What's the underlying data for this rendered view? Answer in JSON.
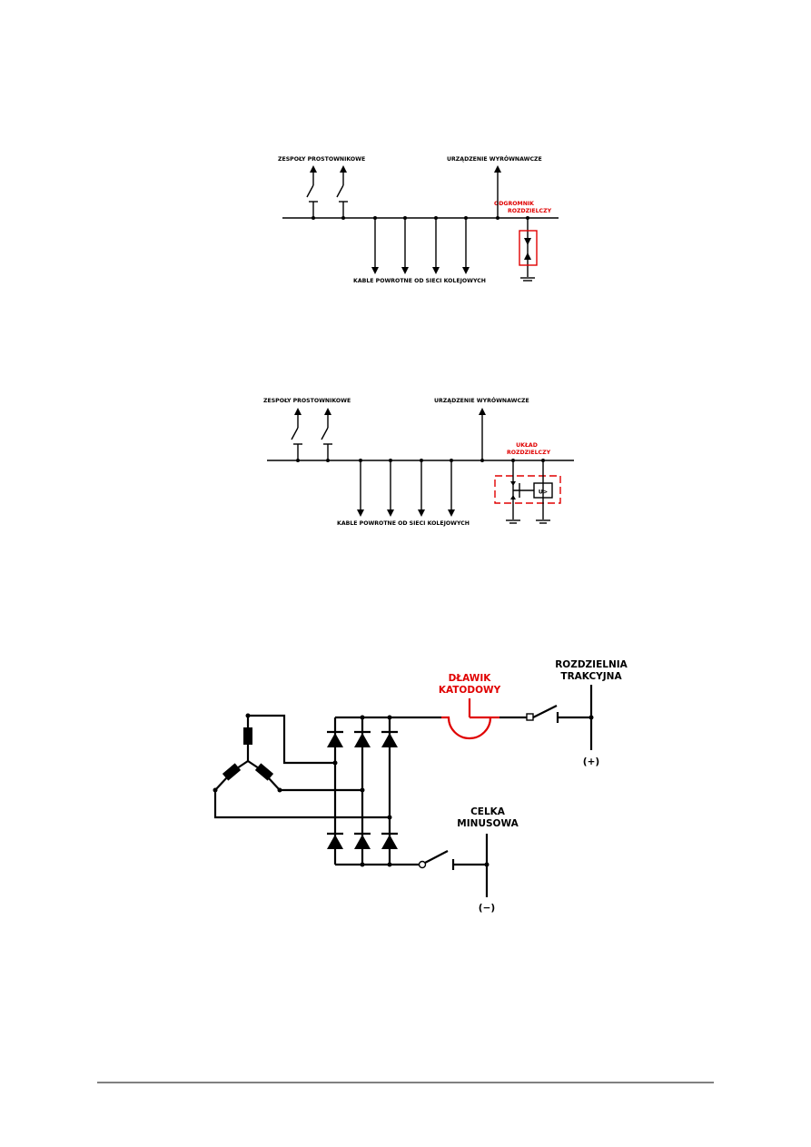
{
  "diagram1": {
    "label_rectifiers": "ZESPOŁY PROSTOWNIKOWE",
    "label_equalizing": "URZĄDZENIE WYRÓWNAWCZE",
    "label_element": "ODGROMNIK\nROZDZIELCZY",
    "label_cables": "KABLE POWROTNE OD SIECI KOLEJOWYCH"
  },
  "diagram2": {
    "label_rectifiers": "ZESPOŁY PROSTOWNIKOWE",
    "label_equalizing": "URZĄDZENIE WYRÓWNAWCZE",
    "label_element": "UKŁAD\nROZDZIELCZY",
    "label_cables": "KABLE POWROTNE OD SIECI KOLEJOWYCH",
    "device_label": "U>"
  },
  "diagram3": {
    "label_choke": "DŁAWIK\nKATODOWY",
    "label_switchboard": "ROZDZIELNIA\nTRAKCYJNA",
    "label_plus": "(+)",
    "label_cell": "CELKA\nMINUSOWA",
    "label_minus": "(−)"
  },
  "colors": {
    "accent": "#e00000",
    "ink": "#000000"
  }
}
